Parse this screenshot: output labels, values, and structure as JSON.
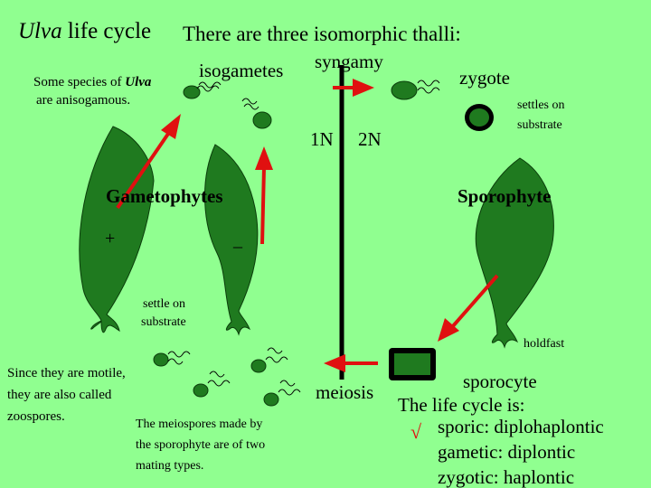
{
  "title": {
    "species": "Ulva",
    "rest": " life cycle"
  },
  "heading": "There are three isomorphic thalli:",
  "anisogamy": {
    "line1_prefix": "Some species of ",
    "line1_species": "Ulva",
    "line2": "are anisogamous."
  },
  "labels": {
    "isogametes": "isogametes",
    "syngamy": "syngamy",
    "zygote": "zygote",
    "settles1": "settles on",
    "settles2": "substrate",
    "ploidy_1n": "1N",
    "ploidy_2n": "2N",
    "gametophytes": "Gametophytes",
    "sporophyte": "Sporophyte",
    "plus": "+",
    "minus": "_",
    "settle1": "settle on",
    "settle2": "substrate",
    "holdfast": "holdfast",
    "sporocyte": "sporocyte",
    "meiosis": "meiosis"
  },
  "motile_note": [
    "Since they are motile,",
    "they are also called",
    "zoospores."
  ],
  "meiospore_note": [
    "The meiospores made by",
    "the sporophyte are of two",
    "mating types."
  ],
  "lifecycle": {
    "heading": "The life cycle is:",
    "check": "√",
    "items": [
      "sporic: diplohaplontic",
      "gametic: diplontic",
      "zygotic: haplontic"
    ]
  },
  "colors": {
    "background": "#90ff90",
    "thallus": "#1f7a1f",
    "arrow": "#e01010",
    "line": "#000000"
  }
}
